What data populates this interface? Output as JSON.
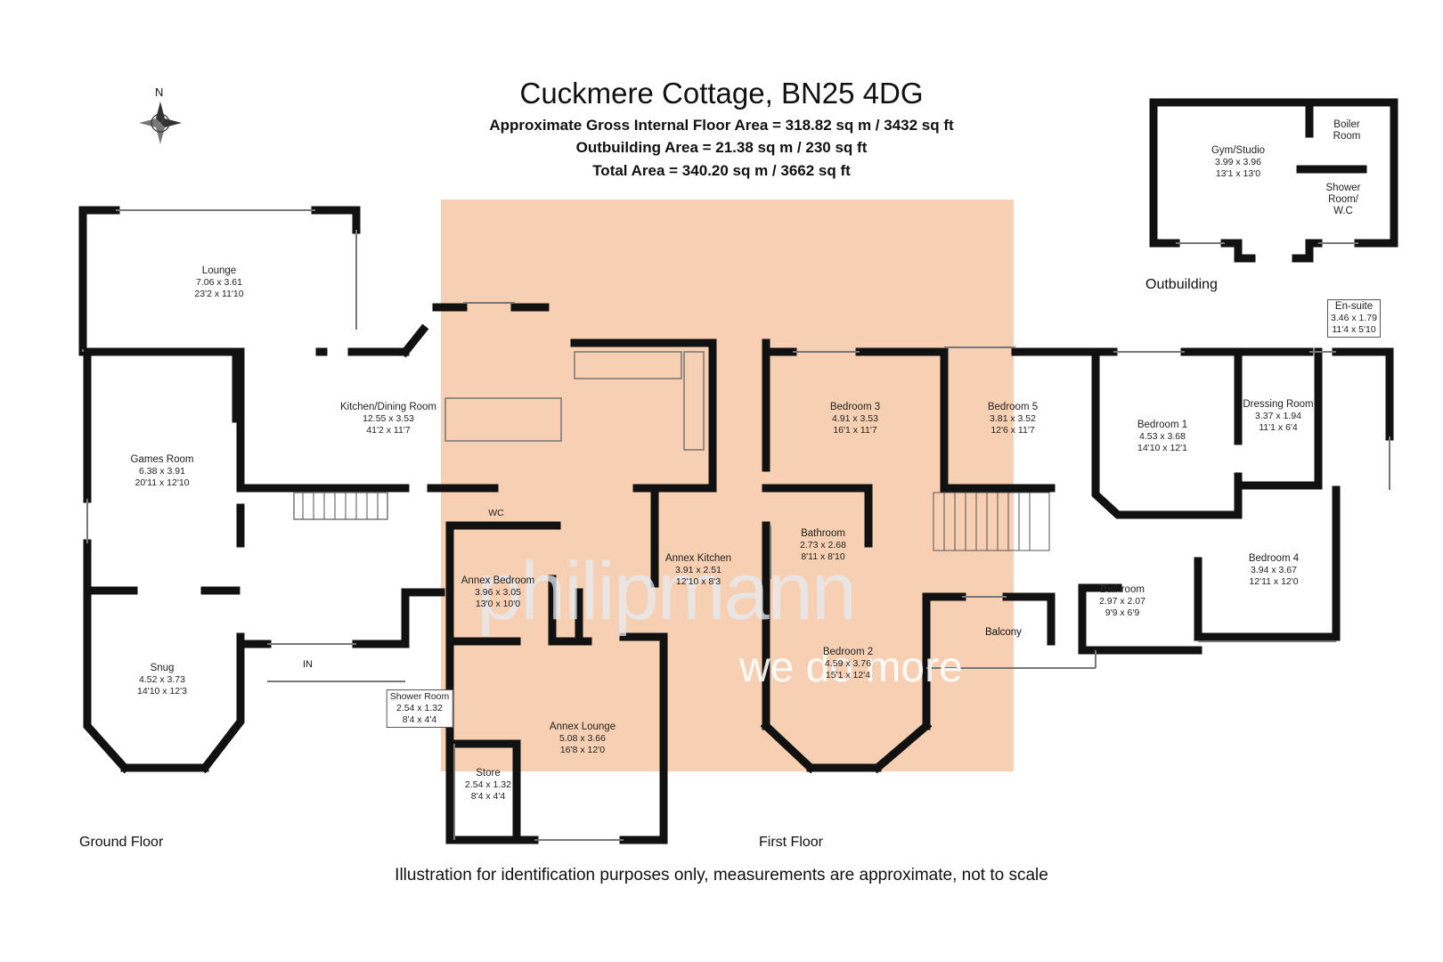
{
  "header": {
    "title": "Cuckmere Cottage, BN25 4DG",
    "gross_area": "Approximate Gross Internal Floor Area = 318.82 sq m / 3432 sq ft",
    "outbuilding_area": "Outbuilding Area = 21.38 sq m / 230 sq ft",
    "total_area": "Total Area = 340.20 sq m / 3662 sq ft"
  },
  "compass": {
    "label": "N",
    "icon": "compass-rose-icon"
  },
  "watermark": {
    "brand": "philipmann",
    "tagline": "we do more",
    "highlight_color": "#f7cfb2"
  },
  "colors": {
    "wall": "#111111",
    "highlight": "#f7cfb2",
    "watermark": "#ffffff"
  },
  "floors": {
    "ground": "Ground Floor",
    "first": "First Floor",
    "outbuilding": "Outbuilding"
  },
  "entrance": {
    "label": "IN"
  },
  "balcony": {
    "label": "Balcony"
  },
  "rooms": {
    "lounge": {
      "name": "Lounge",
      "metric": "7.06 x 3.61",
      "imperial": "23'2 x 11'10"
    },
    "games_room": {
      "name": "Games Room",
      "metric": "6.38 x 3.91",
      "imperial": "20'11 x 12'10"
    },
    "kitchen_dining": {
      "name": "Kitchen/Dining Room",
      "metric": "12.55 x 3.53",
      "imperial": "41'2 x 11'7"
    },
    "snug": {
      "name": "Snug",
      "metric": "4.52 x 3.73",
      "imperial": "14'10 x 12'3"
    },
    "wc": {
      "name": "WC"
    },
    "annex_bedroom": {
      "name": "Annex Bedroom",
      "metric": "3.96 x 3.05",
      "imperial": "13'0 x 10'0"
    },
    "annex_kitchen": {
      "name": "Annex Kitchen",
      "metric": "3.91 x 2.51",
      "imperial": "12'10 x 8'3"
    },
    "shower_room": {
      "name": "Shower Room",
      "metric": "2.54 x 1.32",
      "imperial": "8'4 x 4'4"
    },
    "annex_lounge": {
      "name": "Annex Lounge",
      "metric": "5.08 x 3.66",
      "imperial": "16'8 x 12'0"
    },
    "store": {
      "name": "Store",
      "metric": "2.54 x 1.32",
      "imperial": "8'4 x 4'4"
    },
    "bedroom_3": {
      "name": "Bedroom 3",
      "metric": "4.91 x 3.53",
      "imperial": "16'1 x 11'7"
    },
    "bedroom_5": {
      "name": "Bedroom 5",
      "metric": "3.81 x 3.52",
      "imperial": "12'6 x 11'7"
    },
    "bedroom_1": {
      "name": "Bedroom 1",
      "metric": "4.53 x 3.68",
      "imperial": "14'10 x 12'1"
    },
    "dressing_room": {
      "name": "Dressing Room",
      "metric": "3.37 x 1.94",
      "imperial": "11'1 x 6'4"
    },
    "en_suite": {
      "name": "En-suite",
      "metric": "3.46 x 1.79",
      "imperial": "11'4 x 5'10"
    },
    "bathroom_first": {
      "name": "Bathroom",
      "metric": "2.73 x 2.68",
      "imperial": "8'11 x 8'10"
    },
    "bathroom_second": {
      "name": "Bathroom",
      "metric": "2.97 x 2.07",
      "imperial": "9'9 x 6'9"
    },
    "bedroom_4": {
      "name": "Bedroom 4",
      "metric": "3.94 x 3.67",
      "imperial": "12'11 x 12'0"
    },
    "bedroom_2": {
      "name": "Bedroom 2",
      "metric": "4.59 x 3.76",
      "imperial": "15'1 x 12'4"
    },
    "gym_studio": {
      "name": "Gym/Studio",
      "metric": "3.99 x 3.96",
      "imperial": "13'1 x 13'0"
    },
    "boiler_room": {
      "name": "Boiler Room"
    },
    "shower_room_wc": {
      "name": "Shower Room/ W.C"
    }
  },
  "footer": {
    "disclaimer": "Illustration for identification purposes only, measurements are approximate, not to scale"
  }
}
